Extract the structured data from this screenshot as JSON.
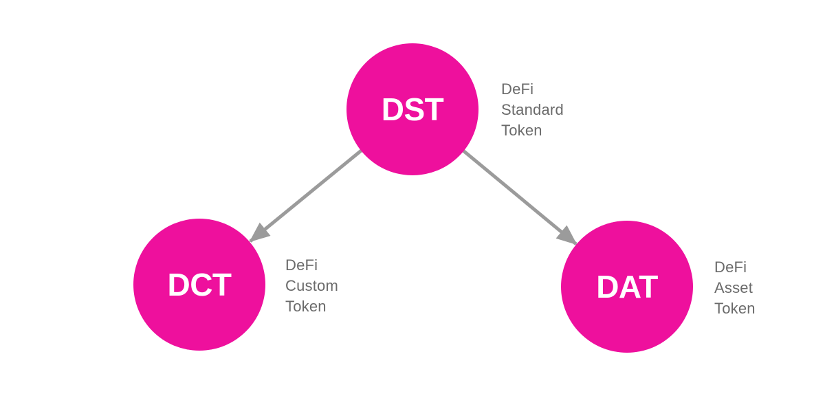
{
  "diagram": {
    "colors": {
      "node_fill": "#ee109d",
      "node_text": "#ffffff",
      "label_text": "#6a6a6a",
      "arrow": "#9b9b9b",
      "background": "#ffffff"
    },
    "nodes": [
      {
        "id": "dst",
        "abbr": "DST",
        "label_lines": [
          "DeFi",
          "Standard",
          "Token"
        ]
      },
      {
        "id": "dct",
        "abbr": "DCT",
        "label_lines": [
          "DeFi",
          "Custom",
          "Token"
        ]
      },
      {
        "id": "dat",
        "abbr": "DAT",
        "label_lines": [
          "DeFi",
          "Asset",
          "Token"
        ]
      }
    ],
    "edges": [
      {
        "from": "DST",
        "to": "DCT"
      },
      {
        "from": "DST",
        "to": "DAT"
      }
    ]
  }
}
